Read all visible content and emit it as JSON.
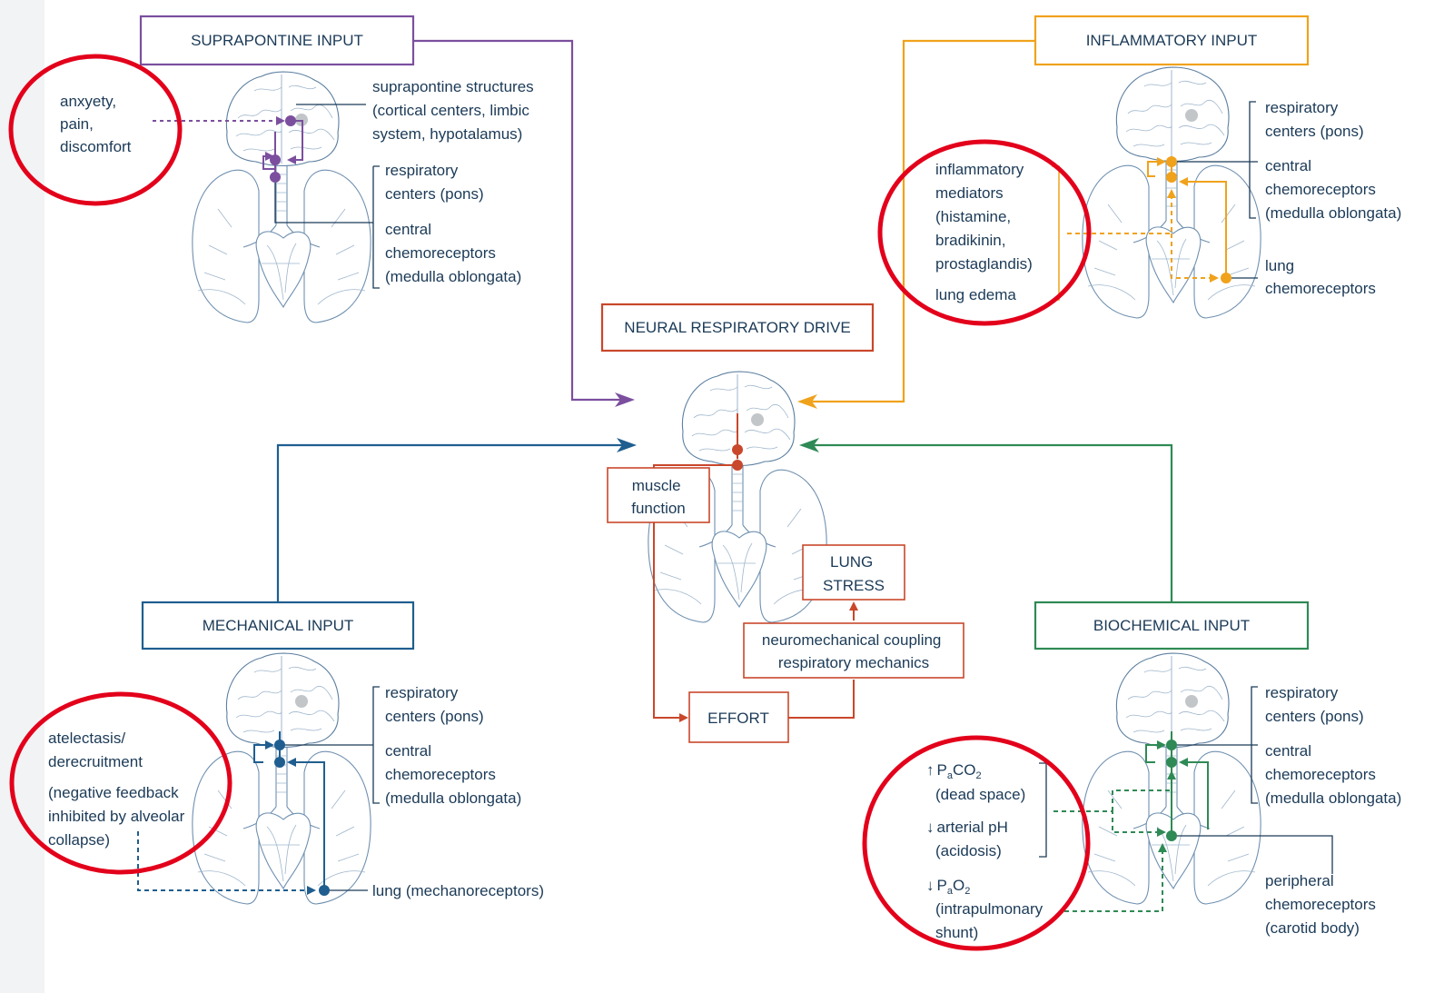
{
  "colors": {
    "supra": "#7b4f9e",
    "inflam": "#f0a21c",
    "mech": "#1f5e8f",
    "bio": "#2f8a55",
    "neural": "#c9472b",
    "highlight": "#e3001b",
    "text": "#1b3a57"
  },
  "boxes": {
    "supra": "SUPRAPONTINE INPUT",
    "inflam": "INFLAMMATORY INPUT",
    "neural": "NEURAL RESPIRATORY DRIVE",
    "mech": "MECHANICAL INPUT",
    "bio": "BIOCHEMICAL INPUT",
    "muscle": [
      "muscle",
      "function"
    ],
    "lung_stress": [
      "LUNG",
      "STRESS"
    ],
    "coupling": [
      "neuromechanical coupling",
      "respiratory mechanics"
    ],
    "effort": "EFFORT"
  },
  "supra": {
    "circled": [
      "anxyety,",
      "pain,",
      "discomfort"
    ],
    "structures": [
      "suprapontine structures",
      "(cortical centers, limbic",
      "system, hypotalamus)"
    ],
    "centers": [
      "respiratory",
      "centers (pons)"
    ],
    "chemo": [
      "central",
      "chemoreceptors",
      "(medulla oblongata)"
    ]
  },
  "inflam": {
    "circled": [
      "inflammatory",
      "mediators",
      "(histamine,",
      "bradikinin,",
      "prostaglandis)"
    ],
    "edema": "lung edema",
    "centers": [
      "respiratory",
      "centers (pons)"
    ],
    "chemo": [
      "central",
      "chemoreceptors",
      "(medulla oblongata)"
    ],
    "lung": [
      "lung",
      "chemoreceptors"
    ]
  },
  "mech": {
    "circled": [
      "atelectasis/",
      "derecruitment"
    ],
    "circled_note": [
      "(negative feedback",
      "inhibited by alveolar",
      "collapse)"
    ],
    "centers": [
      "respiratory",
      "centers (pons)"
    ],
    "chemo": [
      "central",
      "chemoreceptors",
      "(medulla oblongata)"
    ],
    "lung": "lung (mechanoreceptors)"
  },
  "bio": {
    "paco2_arrow": "↑",
    "paco2_p": "P",
    "paco2_sub": "a",
    "paco2_co": "CO",
    "paco2_num": "2",
    "dead_space": "(dead space)",
    "ph_arrow": "↓",
    "ph": "arterial pH",
    "acidosis": "(acidosis)",
    "pao2_arrow": "↓",
    "pao2_p": "P",
    "pao2_sub": "a",
    "pao2_o": "O",
    "pao2_num": "2",
    "shunt": [
      "(intrapulmonary",
      "shunt)"
    ],
    "centers": [
      "respiratory",
      "centers (pons)"
    ],
    "chemo": [
      "central",
      "chemoreceptors",
      "(medulla oblongata)"
    ],
    "peripheral": [
      "peripheral",
      "chemoreceptors",
      "(carotid body)"
    ]
  }
}
